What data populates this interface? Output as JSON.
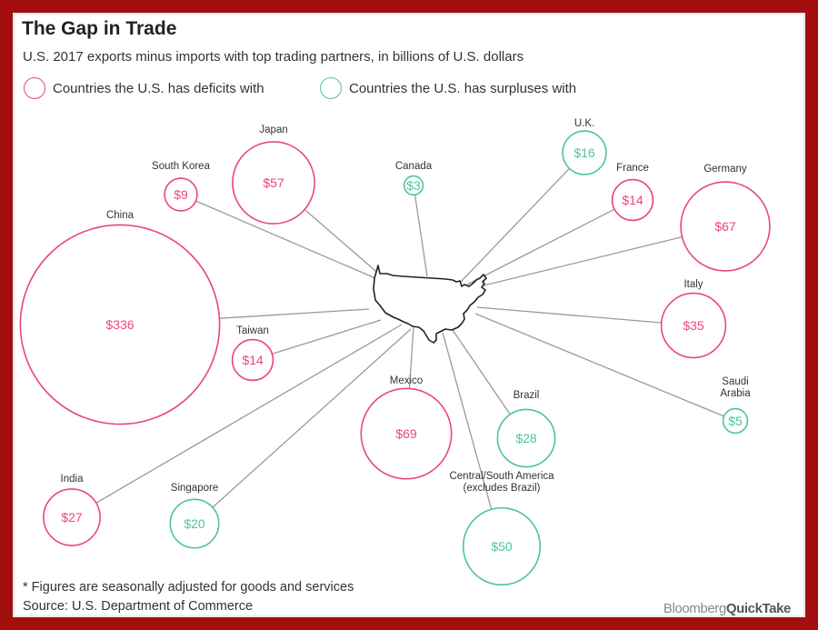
{
  "title": "The Gap in Trade",
  "subtitle": "U.S. 2017 exports minus imports with top trading partners, in billions of U.S. dollars",
  "legend": {
    "deficit_label": "Countries the U.S. has deficits with",
    "surplus_label": "Countries the U.S. has surpluses with"
  },
  "colors": {
    "deficit": "#e8477c",
    "surplus": "#4dc49c",
    "connector": "#9a9a9a"
  },
  "footnote": "* Figures are seasonally adjusted for goods and services",
  "source": "Source: U.S. Department of Commerce",
  "brand": {
    "part1": "Bloomberg",
    "part2": "QuickTake"
  },
  "chart_data": {
    "type": "bubble",
    "unit": "billions of U.S. dollars",
    "partners": [
      {
        "name": "China",
        "value": 336,
        "label": "$336",
        "kind": "deficit"
      },
      {
        "name": "Japan",
        "value": 57,
        "label": "$57",
        "kind": "deficit"
      },
      {
        "name": "South Korea",
        "value": 9,
        "label": "$9",
        "kind": "deficit"
      },
      {
        "name": "Canada",
        "value": 3,
        "label": "$3",
        "kind": "surplus"
      },
      {
        "name": "U.K.",
        "value": 16,
        "label": "$16",
        "kind": "surplus"
      },
      {
        "name": "France",
        "value": 14,
        "label": "$14",
        "kind": "deficit"
      },
      {
        "name": "Germany",
        "value": 67,
        "label": "$67",
        "kind": "deficit"
      },
      {
        "name": "Italy",
        "value": 35,
        "label": "$35",
        "kind": "deficit"
      },
      {
        "name": "Saudi Arabia",
        "value": 5,
        "label": "$5",
        "kind": "surplus"
      },
      {
        "name": "Taiwan",
        "value": 14,
        "label": "$14",
        "kind": "deficit"
      },
      {
        "name": "Mexico",
        "value": 69,
        "label": "$69",
        "kind": "deficit"
      },
      {
        "name": "Brazil",
        "value": 28,
        "label": "$28",
        "kind": "surplus"
      },
      {
        "name": "Central/South America (excludes Brazil)",
        "value": 50,
        "label": "$50",
        "kind": "surplus"
      },
      {
        "name": "India",
        "value": 27,
        "label": "$27",
        "kind": "deficit"
      },
      {
        "name": "Singapore",
        "value": 20,
        "label": "$20",
        "kind": "surplus"
      }
    ]
  }
}
